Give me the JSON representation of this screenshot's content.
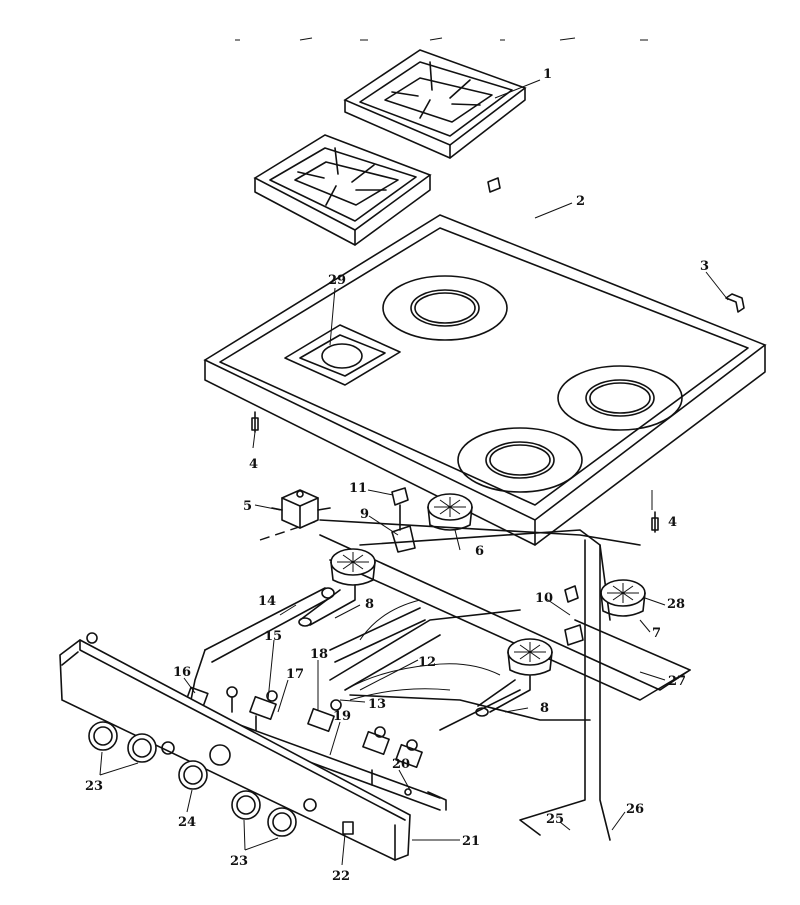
{
  "callouts": [
    {
      "id": "c1",
      "label": "1"
    },
    {
      "id": "c2",
      "label": "2"
    },
    {
      "id": "c3",
      "label": "3"
    },
    {
      "id": "c4a",
      "label": "4"
    },
    {
      "id": "c4b",
      "label": "4"
    },
    {
      "id": "c5",
      "label": "5"
    },
    {
      "id": "c6",
      "label": "6"
    },
    {
      "id": "c7",
      "label": "7"
    },
    {
      "id": "c8a",
      "label": "8"
    },
    {
      "id": "c8b",
      "label": "8"
    },
    {
      "id": "c9",
      "label": "9"
    },
    {
      "id": "c10",
      "label": "10"
    },
    {
      "id": "c11",
      "label": "11"
    },
    {
      "id": "c12",
      "label": "12"
    },
    {
      "id": "c13",
      "label": "13"
    },
    {
      "id": "c14",
      "label": "14"
    },
    {
      "id": "c15",
      "label": "15"
    },
    {
      "id": "c16",
      "label": "16"
    },
    {
      "id": "c17",
      "label": "17"
    },
    {
      "id": "c18",
      "label": "18"
    },
    {
      "id": "c19",
      "label": "19"
    },
    {
      "id": "c20",
      "label": "20"
    },
    {
      "id": "c21",
      "label": "21"
    },
    {
      "id": "c22",
      "label": "22"
    },
    {
      "id": "c23a",
      "label": "23"
    },
    {
      "id": "c23b",
      "label": "23"
    },
    {
      "id": "c24",
      "label": "24"
    },
    {
      "id": "c25",
      "label": "25"
    },
    {
      "id": "c26",
      "label": "26"
    },
    {
      "id": "c27",
      "label": "27"
    },
    {
      "id": "c28",
      "label": "28"
    },
    {
      "id": "c29",
      "label": "29"
    }
  ]
}
